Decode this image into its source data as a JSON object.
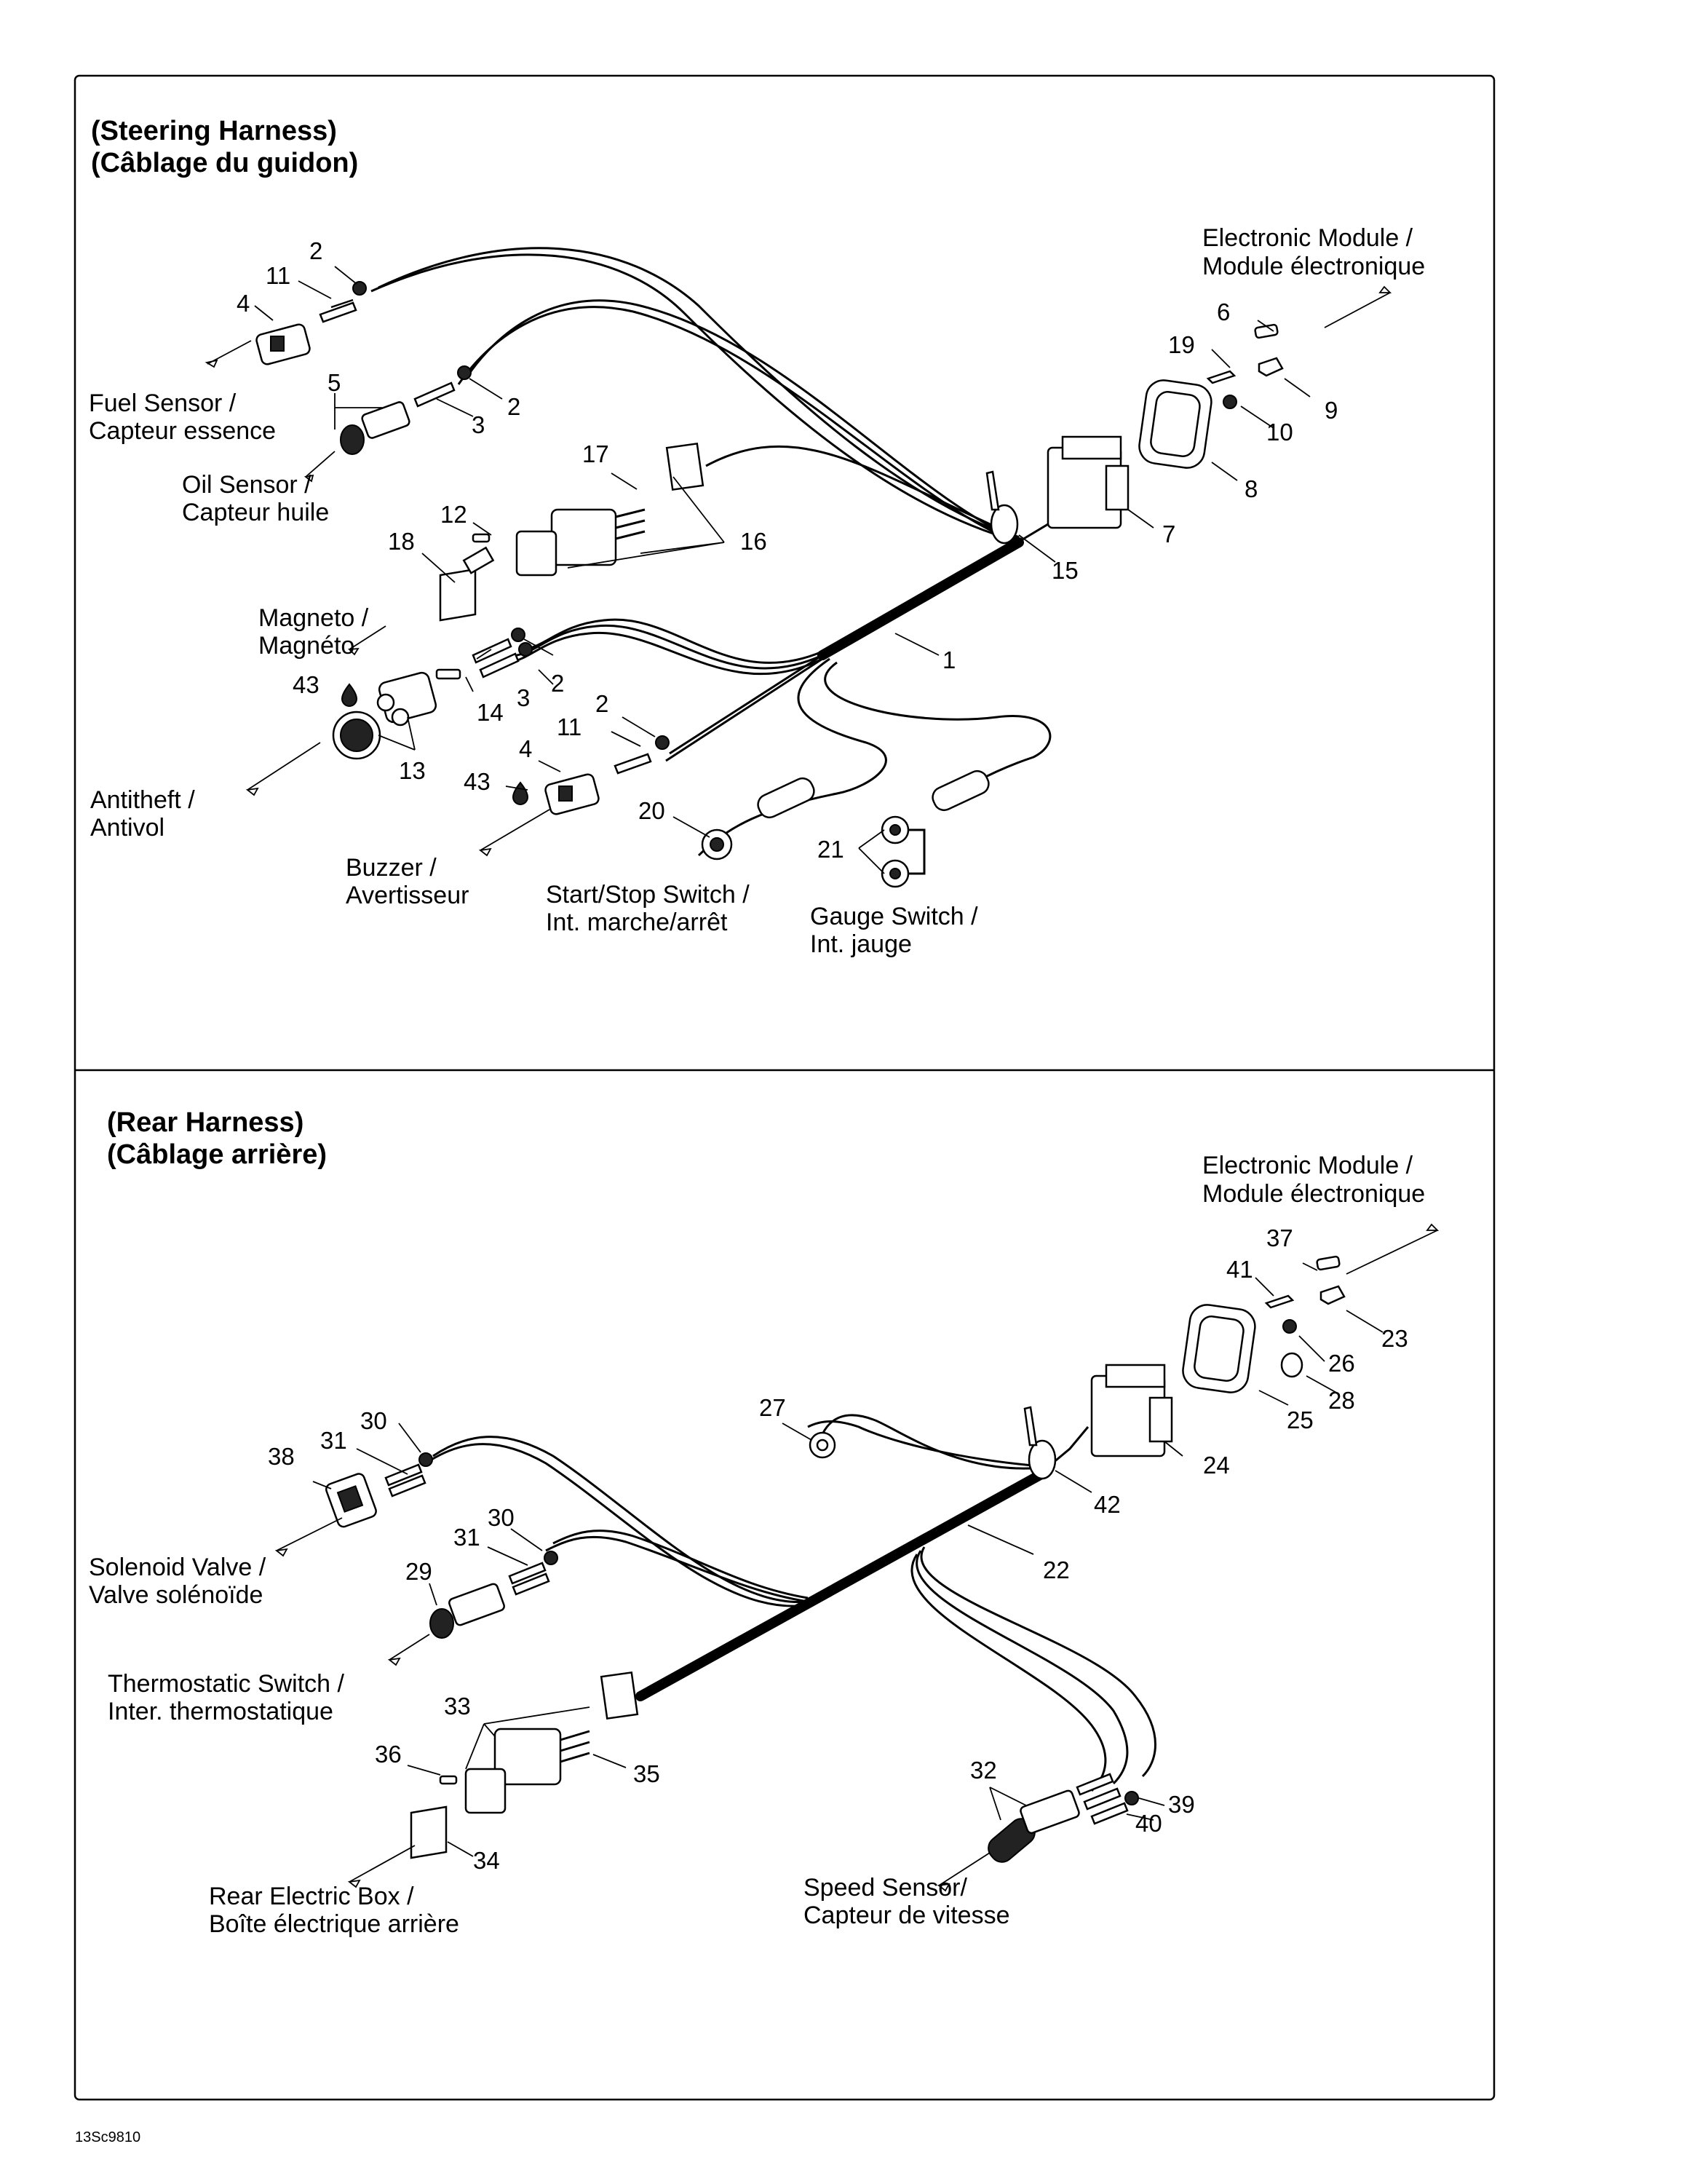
{
  "steering": {
    "title_line1": "(Steering Harness)",
    "title_line2": "(Câblage du guidon)",
    "labels": {
      "electronic_module_1": "Electronic Module /",
      "electronic_module_2": "Module électronique",
      "fuel_sensor_1": "Fuel Sensor /",
      "fuel_sensor_2": "Capteur essence",
      "oil_sensor_1": "Oil Sensor /",
      "oil_sensor_2": "Capteur huile",
      "magneto_1": "Magneto /",
      "magneto_2": "Magnéto",
      "antitheft_1": "Antitheft /",
      "antitheft_2": "Antivol",
      "buzzer_1": "Buzzer /",
      "buzzer_2": "Avertisseur",
      "startstop_1": "Start/Stop Switch /",
      "startstop_2": "Int. marche/arrêt",
      "gauge_1": "Gauge Switch /",
      "gauge_2": "Int. jauge"
    },
    "callouts": {
      "n1": "1",
      "n2a": "2",
      "n2b": "2",
      "n2c": "2",
      "n2d": "2",
      "n3a": "3",
      "n3b": "3",
      "n4a": "4",
      "n4b": "4",
      "n5": "5",
      "n6": "6",
      "n7": "7",
      "n8": "8",
      "n9": "9",
      "n10": "10",
      "n11a": "11",
      "n11b": "11",
      "n12": "12",
      "n13": "13",
      "n14": "14",
      "n15": "15",
      "n16": "16",
      "n17": "17",
      "n18": "18",
      "n19": "19",
      "n20": "20",
      "n21": "21",
      "n43a": "43",
      "n43b": "43"
    }
  },
  "rear": {
    "title_line1": "(Rear Harness)",
    "title_line2": "(Câblage arrière)",
    "labels": {
      "electronic_module_1": "Electronic Module /",
      "electronic_module_2": "Module électronique",
      "solenoid_1": "Solenoid Valve /",
      "solenoid_2": "Valve solénoïde",
      "thermostatic_1": "Thermostatic Switch /",
      "thermostatic_2": "Inter. thermostatique",
      "rear_box_1": "Rear Electric Box /",
      "rear_box_2": "Boîte électrique arrière",
      "speed_1": "Speed Sensor/",
      "speed_2": "Capteur de vitesse"
    },
    "callouts": {
      "n22": "22",
      "n23": "23",
      "n24": "24",
      "n25": "25",
      "n26": "26",
      "n27": "27",
      "n28": "28",
      "n29": "29",
      "n30a": "30",
      "n30b": "30",
      "n31a": "31",
      "n31b": "31",
      "n32": "32",
      "n33": "33",
      "n34": "34",
      "n35": "35",
      "n36": "36",
      "n37": "37",
      "n38": "38",
      "n39": "39",
      "n40": "40",
      "n41": "41",
      "n42": "42"
    }
  },
  "figure_code": "13Sc9810"
}
